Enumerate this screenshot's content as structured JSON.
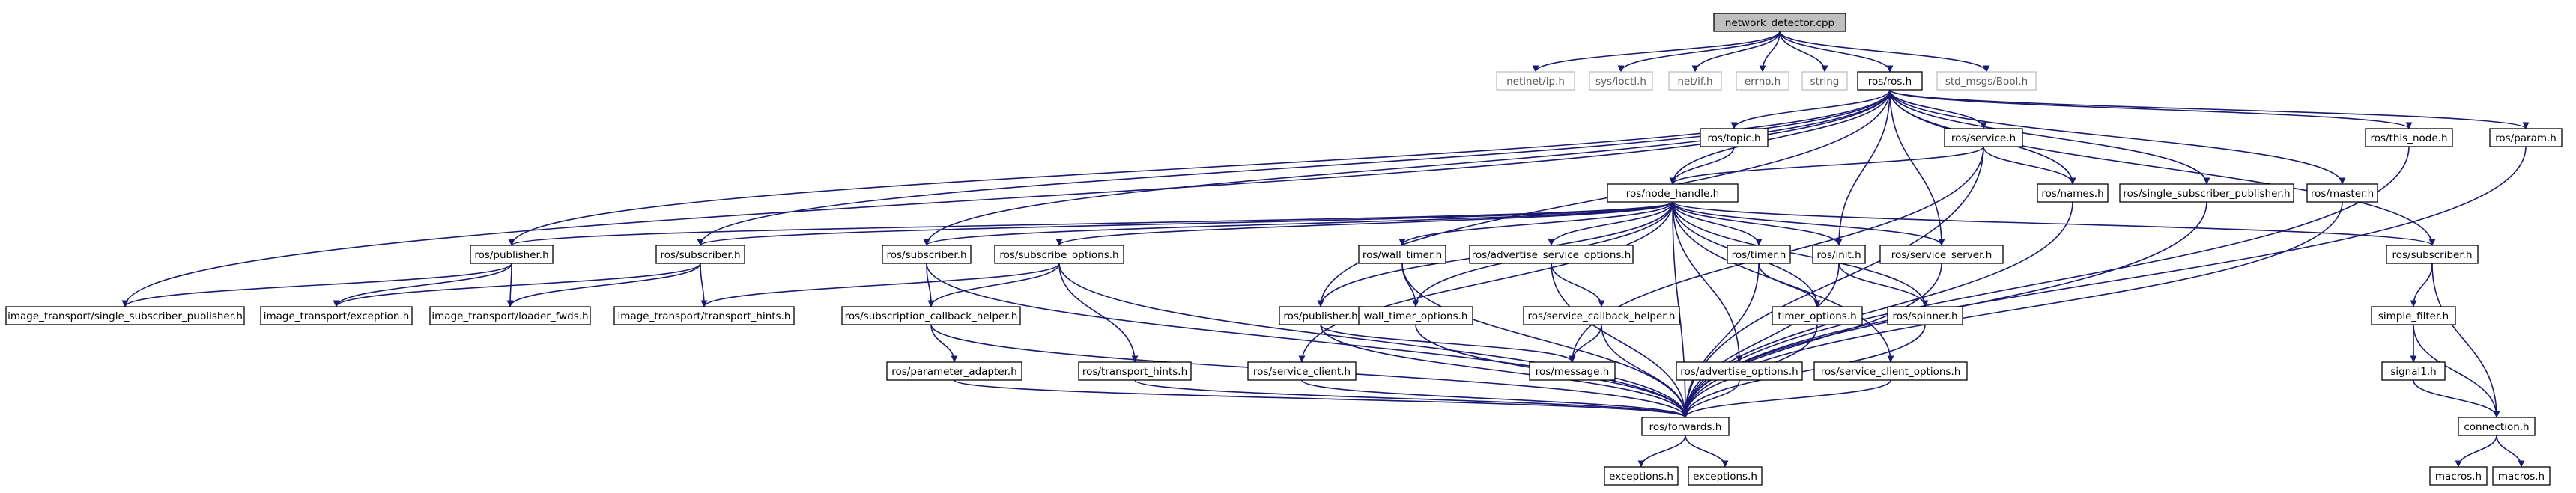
{
  "diagram": {
    "title": "network_detector.cpp",
    "colors": {
      "edge": "#191970",
      "node_border": "#000000",
      "external_border": "#bfbfbf",
      "external_text": "#5a5a5a",
      "root_fill": "#bfbfbf",
      "node_fill": "#ffffff"
    },
    "nodes": [
      {
        "id": "root",
        "label": "network_detector.cpp",
        "kind": "root"
      },
      {
        "id": "ip",
        "label": "netinet/ip.h",
        "kind": "external"
      },
      {
        "id": "ioctl",
        "label": "sys/ioctl.h",
        "kind": "external"
      },
      {
        "id": "if",
        "label": "net/if.h",
        "kind": "external"
      },
      {
        "id": "errno",
        "label": "errno.h",
        "kind": "external"
      },
      {
        "id": "string",
        "label": "string",
        "kind": "external"
      },
      {
        "id": "ros",
        "label": "ros/ros.h",
        "kind": "normal"
      },
      {
        "id": "bool",
        "label": "std_msgs/Bool.h",
        "kind": "external"
      },
      {
        "id": "topic",
        "label": "ros/topic.h",
        "kind": "normal"
      },
      {
        "id": "service",
        "label": "ros/service.h",
        "kind": "normal"
      },
      {
        "id": "names",
        "label": "ros/names.h",
        "kind": "normal"
      },
      {
        "id": "ssp",
        "label": "ros/single_subscriber_publisher.h",
        "kind": "normal"
      },
      {
        "id": "master",
        "label": "ros/master.h",
        "kind": "normal"
      },
      {
        "id": "thisnode",
        "label": "ros/this_node.h",
        "kind": "normal"
      },
      {
        "id": "param",
        "label": "ros/param.h",
        "kind": "normal"
      },
      {
        "id": "nh",
        "label": "ros/node_handle.h",
        "kind": "normal"
      },
      {
        "id": "itpub",
        "label": "ros/publisher.h",
        "kind": "normal"
      },
      {
        "id": "itsub",
        "label": "ros/subscriber.h",
        "kind": "normal"
      },
      {
        "id": "rossub1",
        "label": "ros/subscriber.h",
        "kind": "normal"
      },
      {
        "id": "subopt",
        "label": "ros/subscribe_options.h",
        "kind": "normal"
      },
      {
        "id": "walltimer",
        "label": "ros/wall_timer.h",
        "kind": "normal"
      },
      {
        "id": "advsrvopt",
        "label": "ros/advertise_service_options.h",
        "kind": "normal"
      },
      {
        "id": "timer",
        "label": "ros/timer.h",
        "kind": "normal"
      },
      {
        "id": "init",
        "label": "ros/init.h",
        "kind": "normal"
      },
      {
        "id": "srvserver",
        "label": "ros/service_server.h",
        "kind": "normal"
      },
      {
        "id": "rossub2",
        "label": "ros/subscriber.h",
        "kind": "normal"
      },
      {
        "id": "itssp",
        "label": "image_transport/single_subscriber_publisher.h",
        "kind": "normal"
      },
      {
        "id": "itexc",
        "label": "image_transport/exception.h",
        "kind": "normal"
      },
      {
        "id": "itlf",
        "label": "image_transport/loader_fwds.h",
        "kind": "normal"
      },
      {
        "id": "itth",
        "label": "image_transport/transport_hints.h",
        "kind": "normal"
      },
      {
        "id": "subcb",
        "label": "ros/subscription_callback_helper.h",
        "kind": "normal"
      },
      {
        "id": "rospub",
        "label": "ros/publisher.h",
        "kind": "normal"
      },
      {
        "id": "wallopt",
        "label": "wall_timer_options.h",
        "kind": "normal"
      },
      {
        "id": "srvcb",
        "label": "ros/service_callback_helper.h",
        "kind": "normal"
      },
      {
        "id": "timeropt",
        "label": "timer_options.h",
        "kind": "normal"
      },
      {
        "id": "spinner",
        "label": "ros/spinner.h",
        "kind": "normal"
      },
      {
        "id": "simplefilter",
        "label": "simple_filter.h",
        "kind": "normal"
      },
      {
        "id": "paramadapter",
        "label": "ros/parameter_adapter.h",
        "kind": "normal"
      },
      {
        "id": "transhints",
        "label": "ros/transport_hints.h",
        "kind": "normal"
      },
      {
        "id": "srvclient",
        "label": "ros/service_client.h",
        "kind": "normal"
      },
      {
        "id": "message",
        "label": "ros/message.h",
        "kind": "normal"
      },
      {
        "id": "advopt",
        "label": "ros/advertise_options.h",
        "kind": "normal"
      },
      {
        "id": "srvclientopt",
        "label": "ros/service_client_options.h",
        "kind": "normal"
      },
      {
        "id": "signal1",
        "label": "signal1.h",
        "kind": "normal"
      },
      {
        "id": "forwards",
        "label": "ros/forwards.h",
        "kind": "normal"
      },
      {
        "id": "connection",
        "label": "connection.h",
        "kind": "normal"
      },
      {
        "id": "exc1",
        "label": "exceptions.h",
        "kind": "normal"
      },
      {
        "id": "exc2",
        "label": "exceptions.h",
        "kind": "normal"
      },
      {
        "id": "macros1",
        "label": "macros.h",
        "kind": "normal"
      },
      {
        "id": "macros2",
        "label": "macros.h",
        "kind": "normal"
      }
    ],
    "edges": [
      [
        "root",
        "ip"
      ],
      [
        "root",
        "ioctl"
      ],
      [
        "root",
        "if"
      ],
      [
        "root",
        "errno"
      ],
      [
        "root",
        "string"
      ],
      [
        "root",
        "ros"
      ],
      [
        "root",
        "bool"
      ],
      [
        "ros",
        "topic"
      ],
      [
        "ros",
        "service"
      ],
      [
        "ros",
        "names"
      ],
      [
        "ros",
        "ssp"
      ],
      [
        "ros",
        "master"
      ],
      [
        "ros",
        "thisnode"
      ],
      [
        "ros",
        "param"
      ],
      [
        "ros",
        "nh"
      ],
      [
        "ros",
        "itpub"
      ],
      [
        "ros",
        "itsub"
      ],
      [
        "ros",
        "itssp"
      ],
      [
        "ros",
        "rossub1"
      ],
      [
        "ros",
        "rospub"
      ],
      [
        "ros",
        "init"
      ],
      [
        "ros",
        "srvserver"
      ],
      [
        "ros",
        "rossub2"
      ],
      [
        "topic",
        "nh"
      ],
      [
        "service",
        "nh"
      ],
      [
        "service",
        "names"
      ],
      [
        "service",
        "message"
      ],
      [
        "service",
        "forwards"
      ],
      [
        "ssp",
        "forwards"
      ],
      [
        "master",
        "forwards"
      ],
      [
        "thisnode",
        "forwards"
      ],
      [
        "param",
        "forwards"
      ],
      [
        "names",
        "forwards"
      ],
      [
        "nh",
        "itpub"
      ],
      [
        "nh",
        "itsub"
      ],
      [
        "nh",
        "rossub1"
      ],
      [
        "nh",
        "subopt"
      ],
      [
        "nh",
        "walltimer"
      ],
      [
        "nh",
        "advsrvopt"
      ],
      [
        "nh",
        "timer"
      ],
      [
        "nh",
        "init"
      ],
      [
        "nh",
        "srvserver"
      ],
      [
        "nh",
        "rossub2"
      ],
      [
        "nh",
        "rospub"
      ],
      [
        "nh",
        "wallopt"
      ],
      [
        "nh",
        "timeropt"
      ],
      [
        "nh",
        "spinner"
      ],
      [
        "nh",
        "srvclient"
      ],
      [
        "nh",
        "advopt"
      ],
      [
        "nh",
        "srvclientopt"
      ],
      [
        "nh",
        "forwards"
      ],
      [
        "itpub",
        "itssp"
      ],
      [
        "itpub",
        "itexc"
      ],
      [
        "itpub",
        "itlf"
      ],
      [
        "itsub",
        "itexc"
      ],
      [
        "itsub",
        "itlf"
      ],
      [
        "itsub",
        "itth"
      ],
      [
        "rossub1",
        "subcb"
      ],
      [
        "rossub1",
        "forwards"
      ],
      [
        "subopt",
        "itth"
      ],
      [
        "subopt",
        "subcb"
      ],
      [
        "subopt",
        "transhints"
      ],
      [
        "subopt",
        "forwards"
      ],
      [
        "subcb",
        "paramadapter"
      ],
      [
        "subcb",
        "forwards"
      ],
      [
        "paramadapter",
        "forwards"
      ],
      [
        "transhints",
        "forwards"
      ],
      [
        "rospub",
        "message"
      ],
      [
        "rospub",
        "forwards"
      ],
      [
        "walltimer",
        "wallopt"
      ],
      [
        "walltimer",
        "forwards"
      ],
      [
        "wallopt",
        "forwards"
      ],
      [
        "advsrvopt",
        "srvcb"
      ],
      [
        "advsrvopt",
        "forwards"
      ],
      [
        "srvcb",
        "message"
      ],
      [
        "srvcb",
        "forwards"
      ],
      [
        "timer",
        "timeropt"
      ],
      [
        "timer",
        "forwards"
      ],
      [
        "timeropt",
        "forwards"
      ],
      [
        "init",
        "spinner"
      ],
      [
        "init",
        "forwards"
      ],
      [
        "spinner",
        "forwards"
      ],
      [
        "srvserver",
        "forwards"
      ],
      [
        "srvclient",
        "forwards"
      ],
      [
        "advopt",
        "forwards"
      ],
      [
        "srvclientopt",
        "forwards"
      ],
      [
        "rossub2",
        "simplefilter"
      ],
      [
        "rossub2",
        "connection"
      ],
      [
        "simplefilter",
        "signal1"
      ],
      [
        "simplefilter",
        "connection"
      ],
      [
        "signal1",
        "connection"
      ],
      [
        "forwards",
        "exc1"
      ],
      [
        "forwards",
        "exc2"
      ],
      [
        "connection",
        "macros1"
      ],
      [
        "connection",
        "macros2"
      ]
    ]
  }
}
